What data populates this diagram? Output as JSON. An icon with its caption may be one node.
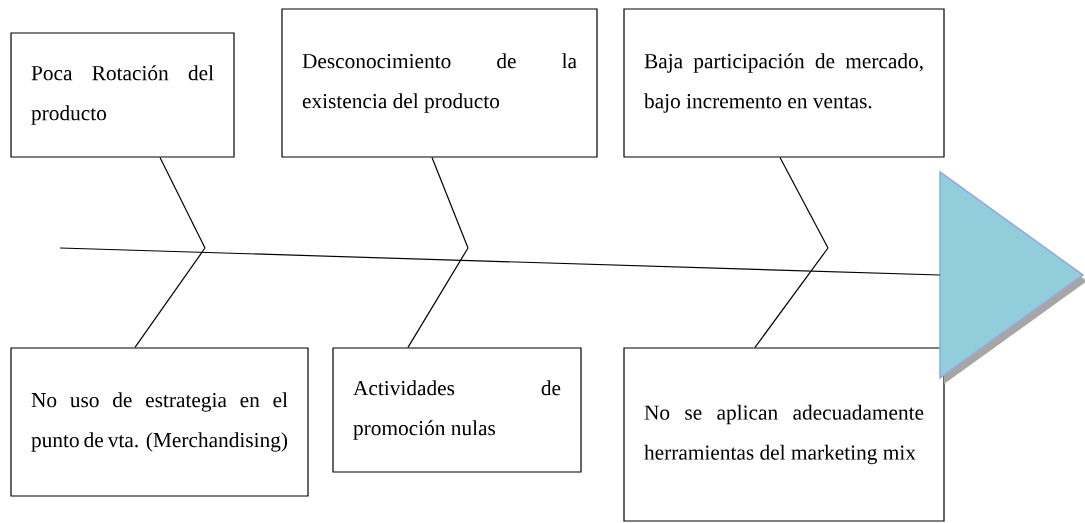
{
  "diagram": {
    "nodes": [
      {
        "text": [
          "Poca Rotación del producto"
        ]
      },
      {
        "text": [
          "Desconocimiento de la existencia del producto"
        ]
      },
      {
        "text": [
          "Baja participación de mercado, bajo incremento en ventas."
        ]
      },
      {
        "text": [
          "No uso de estrategia en el punto de vta. (Merchandising)"
        ]
      },
      {
        "text": [
          "Actividades de promoción nulas"
        ]
      },
      {
        "text": [
          "No se aplican adecuadamente herramientas del marketing mix"
        ]
      },
      {
        "text": [],
        "shape": "triangle"
      }
    ],
    "edges": [
      {
        "from": null,
        "to": 6,
        "arrow": "none"
      },
      {
        "from": 0,
        "to": null,
        "arrow": "none"
      },
      {
        "from": 1,
        "to": null,
        "arrow": "none"
      },
      {
        "from": 2,
        "to": null,
        "arrow": "none"
      },
      {
        "from": 3,
        "to": null,
        "arrow": "none"
      },
      {
        "from": 4,
        "to": null,
        "arrow": "none"
      },
      {
        "from": 5,
        "to": null,
        "arrow": "none"
      }
    ]
  }
}
